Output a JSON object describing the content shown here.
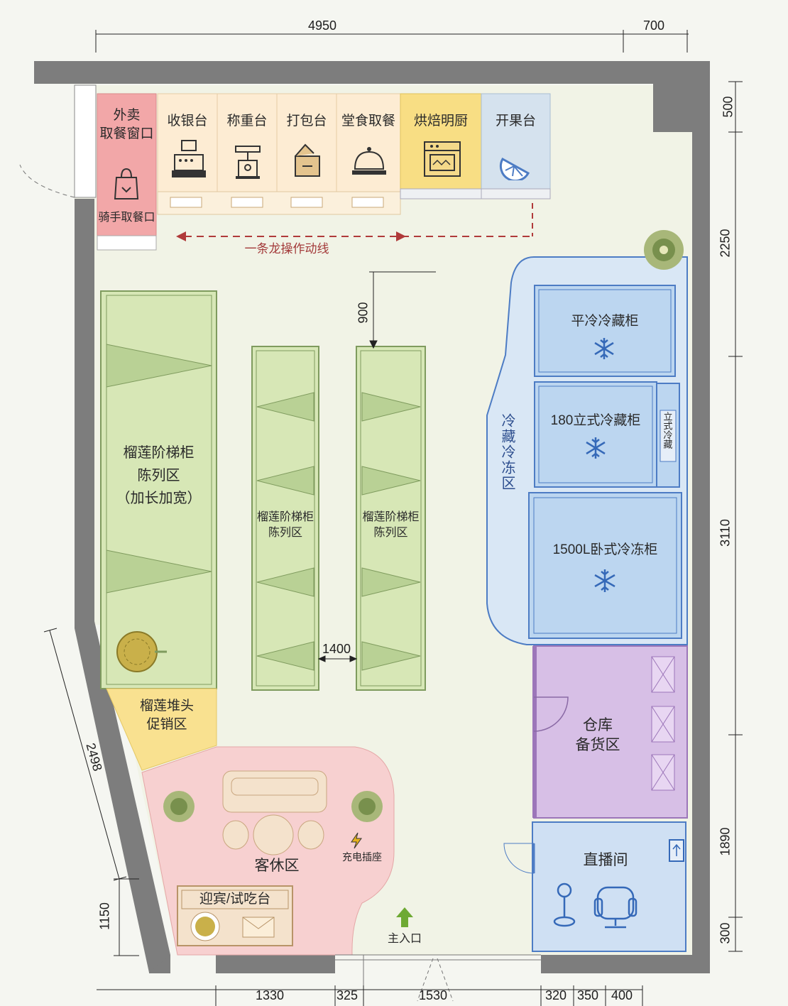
{
  "dimensions": {
    "top": [
      "4950",
      "700"
    ],
    "right": [
      "500",
      "2250",
      "3110",
      "1890",
      "300"
    ],
    "left": [
      "2498",
      "1150"
    ],
    "bottom": [
      "1330",
      "325",
      "1530",
      "320",
      "350",
      "400"
    ],
    "inner": [
      "900",
      "1400"
    ]
  },
  "counters": {
    "takeout_window": "外卖\n取餐窗口",
    "rider_pickup": "骑手取餐口",
    "items": [
      {
        "label": "收银台",
        "icon": "cash-register-icon"
      },
      {
        "label": "称重台",
        "icon": "scale-icon"
      },
      {
        "label": "打包台",
        "icon": "package-box-icon"
      },
      {
        "label": "堂食取餐",
        "icon": "food-cloche-icon"
      },
      {
        "label": "烘焙明厨",
        "icon": "oven-icon"
      },
      {
        "label": "开果台",
        "icon": "fruit-slice-icon"
      }
    ],
    "workflow": "一条龙操作动线"
  },
  "zones": {
    "durian_ladder_long": "榴莲阶梯柜\n陈列区\n（加长加宽）",
    "durian_ladder_1": "榴莲阶梯柜\n陈列区",
    "durian_ladder_2": "榴莲阶梯柜\n陈列区",
    "durian_promo": "榴莲堆头\n促销区",
    "cold_zone": "冷藏冷冻区",
    "flat_fridge": "平冷冷藏柜",
    "upright_180": "180立式冷藏柜",
    "upright_small": "立式冷藏",
    "freezer_1500": "1500L卧式冷冻柜",
    "warehouse": "仓库\n备货区",
    "live_room": "直播间",
    "lounge": "客休区",
    "charging": "充电插座",
    "welcome": "迎宾/试吃台",
    "entrance": "主入口"
  },
  "colors": {
    "wall": "#7d7d7d",
    "floor": "#f1f3e6",
    "takeout": "#f2a7a8",
    "counter": "#fdecd3",
    "bake": "#f8de84",
    "fruit": "#d5e2ee",
    "green": "#d7e7b6",
    "green_line": "#7f9b5e",
    "cold": "#bcd6f0",
    "cold_line": "#4d7cc4",
    "purple": "#d7bfe6",
    "pink": "#f7d0d0",
    "yellow": "#f9e190",
    "arrow_red": "#b03a3a"
  }
}
